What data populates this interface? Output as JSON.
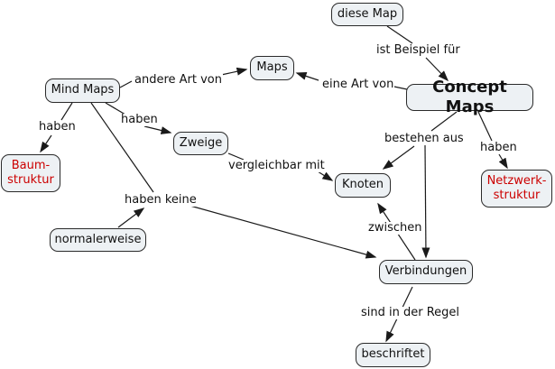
{
  "diagram": {
    "background": "#ffffff",
    "node_fill": "#edf1f4",
    "node_border_color": "#2a2a2a",
    "node_text_color": "#111111",
    "accent_text_color": "#cc0000",
    "edge_color": "#1a1a1a"
  },
  "nodes": {
    "diese_map": "diese Map",
    "maps": "Maps",
    "mind_maps": "Mind Maps",
    "concept_maps": "Concept Maps",
    "baum_struktur": "Baum-\nstruktur",
    "zweige": "Zweige",
    "knoten": "Knoten",
    "netzwerk_struktur": "Netzwerk-\nstruktur",
    "normalerweise": "normalerweise",
    "verbindungen": "Verbindungen",
    "beschriftet": "beschriftet"
  },
  "edge_labels": {
    "ist_beispiel_fuer": "ist Beispiel für",
    "andere_art_von": "andere Art von",
    "eine_art_von": "eine Art von",
    "haben_baum": "haben",
    "haben_zweige": "haben",
    "bestehen_aus": "bestehen aus",
    "haben_netzwerk": "haben",
    "vergleichbar_mit": "vergleichbar mit",
    "haben_keine": "haben keine",
    "zwischen": "zwischen",
    "sind_in_der_regel": "sind in der Regel"
  },
  "relations": [
    {
      "from": "diese Map",
      "label": "ist Beispiel für",
      "to": "Concept Maps"
    },
    {
      "from": "Concept Maps",
      "label": "eine Art von",
      "to": "Maps"
    },
    {
      "from": "Mind Maps",
      "label": "andere Art von",
      "to": "Maps"
    },
    {
      "from": "Mind Maps",
      "label": "haben",
      "to": "Baum-struktur"
    },
    {
      "from": "Mind Maps",
      "label": "haben",
      "to": "Zweige"
    },
    {
      "from": "Mind Maps",
      "label": "haben keine",
      "to": "Verbindungen"
    },
    {
      "from": "normalerweise",
      "label": "",
      "to": "haben keine"
    },
    {
      "from": "Zweige",
      "label": "vergleichbar mit",
      "to": "Knoten"
    },
    {
      "from": "Concept Maps",
      "label": "bestehen aus",
      "to": "Knoten"
    },
    {
      "from": "Concept Maps",
      "label": "bestehen aus",
      "to": "Verbindungen"
    },
    {
      "from": "Concept Maps",
      "label": "haben",
      "to": "Netzwerk-struktur"
    },
    {
      "from": "Verbindungen",
      "label": "zwischen",
      "to": "Knoten"
    },
    {
      "from": "Verbindungen",
      "label": "sind in der Regel",
      "to": "beschriftet"
    }
  ]
}
